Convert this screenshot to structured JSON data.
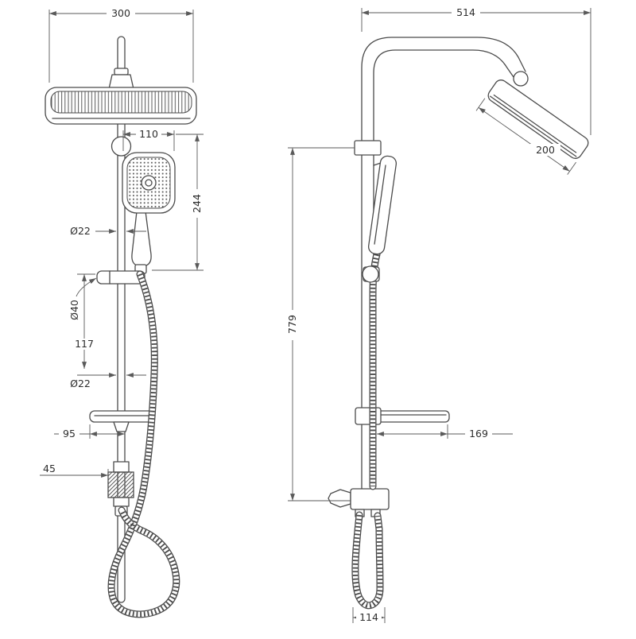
{
  "drawing": {
    "front": {
      "dims": {
        "head_width": "300",
        "hand_shower_width": "110",
        "hand_shower_length": "244",
        "pipe_diameter_upper": "Ø22",
        "slider_diameter": "Ø40",
        "bracket_spacing": "117",
        "pipe_diameter_lower": "Ø22",
        "shelf_offset": "95",
        "diverter_offset": "45"
      }
    },
    "side": {
      "dims": {
        "arm_reach": "514",
        "head_depth": "200",
        "column_height": "779",
        "shelf_depth": "169",
        "hose_spacing": "114"
      }
    }
  }
}
